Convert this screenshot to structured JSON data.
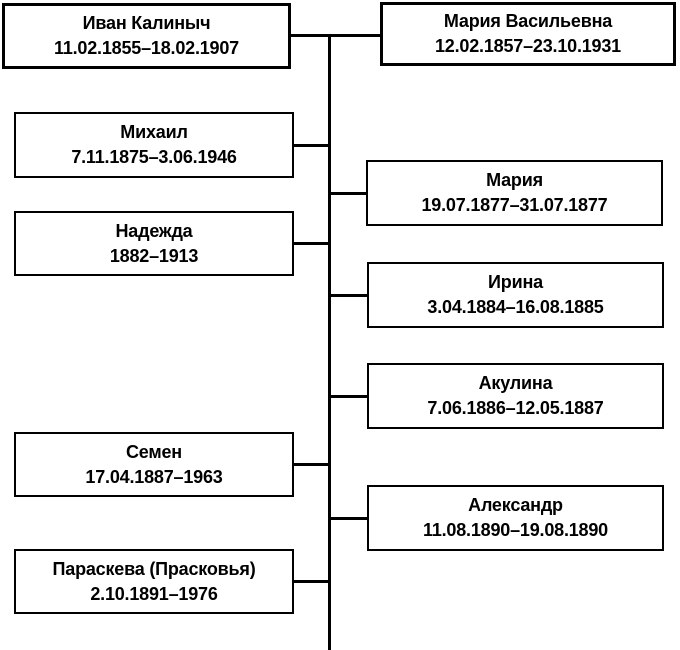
{
  "diagram": {
    "title": "family-tree",
    "colors": {
      "background": "#ffffff",
      "line": "#000000",
      "box_border": "#000000",
      "text": "#000000"
    },
    "parents": [
      {
        "name": "Иван Калиныч",
        "dates": "11.02.1855–18.02.1907"
      },
      {
        "name": "Мария Васильевна",
        "dates": "12.02.1857–23.10.1931"
      }
    ],
    "children": [
      {
        "name": "Михаил",
        "dates": "7.11.1875–3.06.1946",
        "side": "left"
      },
      {
        "name": "Мария",
        "dates": "19.07.1877–31.07.1877",
        "side": "right"
      },
      {
        "name": "Надежда",
        "dates": "1882–1913",
        "side": "left"
      },
      {
        "name": "Ирина",
        "dates": "3.04.1884–16.08.1885",
        "side": "right"
      },
      {
        "name": "Акулина",
        "dates": "7.06.1886–12.05.1887",
        "side": "right"
      },
      {
        "name": "Семен",
        "dates": "17.04.1887–1963",
        "side": "left"
      },
      {
        "name": "Александр",
        "dates": "11.08.1890–19.08.1890",
        "side": "right"
      },
      {
        "name": "Параскева (Прасковья)",
        "dates": "2.10.1891–1976",
        "side": "left"
      }
    ]
  }
}
